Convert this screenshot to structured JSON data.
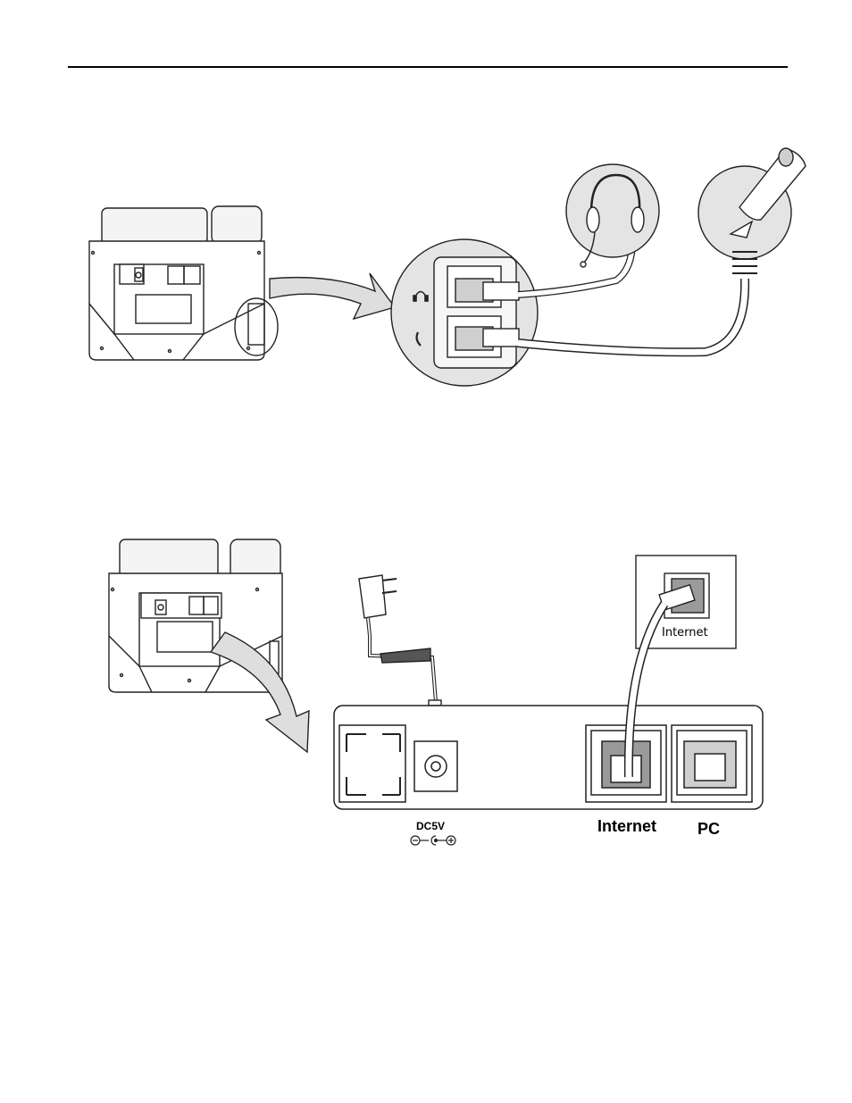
{
  "labels": {
    "internet_socket": "Internet",
    "dc_port": "DC5V",
    "internet_port": "Internet",
    "pc_port": "PC"
  },
  "colors": {
    "line": "#222222",
    "disc": "#e4e4e4",
    "shade": "#cfcfcf",
    "port": "#9a9a9a"
  },
  "icons": {
    "headset_port": "headset-icon",
    "handset_port": "handset-icon",
    "polarity": "polarity-symbol-icon"
  }
}
